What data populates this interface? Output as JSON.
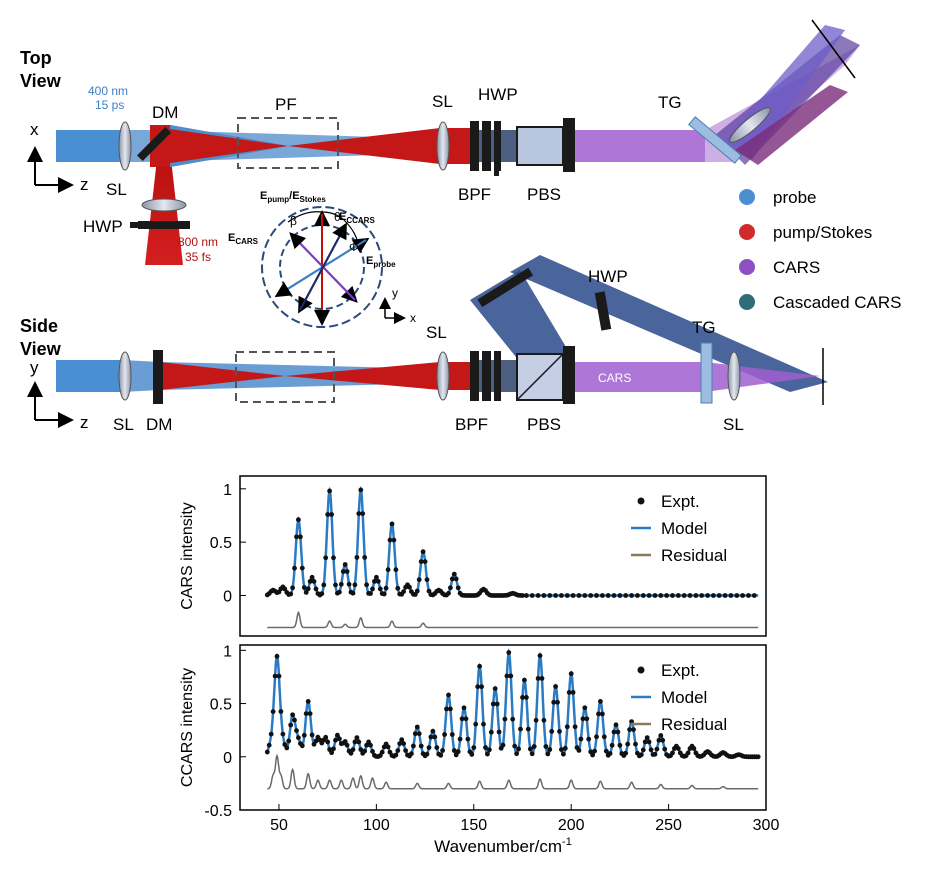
{
  "diagram": {
    "top_view_label_1": "Top",
    "top_view_label_2": "View",
    "side_view_label_1": "Side",
    "side_view_label_2": "View",
    "probe_wavelength": "400 nm",
    "probe_duration": "15 ps",
    "pump_wavelength": "800 nm",
    "pump_duration": "35 fs",
    "axis_x": "x",
    "axis_y": "y",
    "axis_z": "z",
    "labels": {
      "sl": "SL",
      "dm": "DM",
      "pf": "PF",
      "hwp": "HWP",
      "bpf": "BPF",
      "pbs": "PBS",
      "tg": "TG",
      "ccars": "CCARS",
      "cars": "CARS"
    },
    "legend": [
      {
        "label": "probe",
        "color": "#4a8fd1"
      },
      {
        "label": "pump/Stokes",
        "color": "#d12a2a"
      },
      {
        "label": "CARS",
        "color": "#8e4fc2"
      },
      {
        "label": "Cascaded CARS",
        "color": "#2f6d7a"
      }
    ],
    "pol": {
      "e_pump": "E",
      "e_pump_sub": "pump",
      "e_stokes": "E",
      "e_stokes_sub": "Stokes",
      "slash": "/",
      "e_ccars": "E",
      "e_ccars_sub": "CCARS",
      "e_cars": "E",
      "e_cars_sub": "CARS",
      "e_probe": "E",
      "e_probe_sub": "probe",
      "beta": "β",
      "theta": "θ",
      "phi": "Φ",
      "y": "y",
      "x": "x"
    }
  },
  "chart_data": [
    {
      "type": "line",
      "ylabel": "CARS intensity",
      "xlim": [
        30,
        300
      ],
      "ylim": [
        -0.38,
        1.12
      ],
      "yticks": [
        0,
        0.5,
        1
      ],
      "ytick_labels": [
        "0",
        "0.5",
        "1"
      ],
      "legend": [
        "Expt.",
        "Model",
        "Residual"
      ],
      "peaks": [
        {
          "x": 47,
          "y": 0.05
        },
        {
          "x": 52,
          "y": 0.08
        },
        {
          "x": 60,
          "y": 0.71
        },
        {
          "x": 67,
          "y": 0.17
        },
        {
          "x": 76,
          "y": 0.98
        },
        {
          "x": 84,
          "y": 0.29
        },
        {
          "x": 92,
          "y": 0.99
        },
        {
          "x": 100,
          "y": 0.17
        },
        {
          "x": 108,
          "y": 0.67
        },
        {
          "x": 116,
          "y": 0.1
        },
        {
          "x": 124,
          "y": 0.41
        },
        {
          "x": 132,
          "y": 0.05
        },
        {
          "x": 140,
          "y": 0.2
        },
        {
          "x": 155,
          "y": 0.06
        },
        {
          "x": 170,
          "y": 0.02
        }
      ],
      "residual_offset": -0.3,
      "residual_peaks": [
        {
          "x": 60,
          "y": 0.14
        },
        {
          "x": 76,
          "y": 0.06
        },
        {
          "x": 84,
          "y": 0.03
        },
        {
          "x": 92,
          "y": 0.09
        },
        {
          "x": 108,
          "y": 0.06
        },
        {
          "x": 124,
          "y": 0.04
        }
      ]
    },
    {
      "type": "line",
      "ylabel": "CCARS intensity",
      "xlabel": "Wavenumber/cm",
      "xlabel_sup": "-1",
      "xlim": [
        30,
        300
      ],
      "ylim": [
        -0.5,
        1.05
      ],
      "xticks": [
        50,
        100,
        150,
        200,
        250,
        300
      ],
      "xtick_labels": [
        "50",
        "100",
        "150",
        "200",
        "250",
        "300"
      ],
      "yticks": [
        -0.5,
        0,
        0.5,
        1
      ],
      "ytick_labels": [
        "-0.5",
        "0",
        "0.5",
        "1"
      ],
      "legend": [
        "Expt.",
        "Model",
        "Residual"
      ],
      "peaks": [
        {
          "x": 46,
          "y": 0.12
        },
        {
          "x": 49,
          "y": 0.92
        },
        {
          "x": 52,
          "y": 0.12
        },
        {
          "x": 57,
          "y": 0.38
        },
        {
          "x": 60,
          "y": 0.14
        },
        {
          "x": 65,
          "y": 0.52
        },
        {
          "x": 70,
          "y": 0.18
        },
        {
          "x": 74,
          "y": 0.18
        },
        {
          "x": 80,
          "y": 0.2
        },
        {
          "x": 84,
          "y": 0.14
        },
        {
          "x": 90,
          "y": 0.18
        },
        {
          "x": 96,
          "y": 0.14
        },
        {
          "x": 105,
          "y": 0.12
        },
        {
          "x": 113,
          "y": 0.16
        },
        {
          "x": 121,
          "y": 0.28
        },
        {
          "x": 129,
          "y": 0.24
        },
        {
          "x": 137,
          "y": 0.58
        },
        {
          "x": 145,
          "y": 0.46
        },
        {
          "x": 153,
          "y": 0.85
        },
        {
          "x": 161,
          "y": 0.64
        },
        {
          "x": 168,
          "y": 0.98
        },
        {
          "x": 176,
          "y": 0.72
        },
        {
          "x": 184,
          "y": 0.95
        },
        {
          "x": 192,
          "y": 0.66
        },
        {
          "x": 200,
          "y": 0.78
        },
        {
          "x": 207,
          "y": 0.46
        },
        {
          "x": 215,
          "y": 0.52
        },
        {
          "x": 223,
          "y": 0.3
        },
        {
          "x": 231,
          "y": 0.33
        },
        {
          "x": 239,
          "y": 0.18
        },
        {
          "x": 246,
          "y": 0.2
        },
        {
          "x": 254,
          "y": 0.1
        },
        {
          "x": 262,
          "y": 0.1
        },
        {
          "x": 270,
          "y": 0.05
        },
        {
          "x": 278,
          "y": 0.04
        },
        {
          "x": 286,
          "y": 0.02
        }
      ],
      "residual_offset": -0.3,
      "residual_peaks": [
        {
          "x": 47,
          "y": 0.12
        },
        {
          "x": 49,
          "y": 0.3
        },
        {
          "x": 51,
          "y": 0.12
        },
        {
          "x": 57,
          "y": 0.18
        },
        {
          "x": 65,
          "y": 0.14
        },
        {
          "x": 70,
          "y": 0.08
        },
        {
          "x": 76,
          "y": 0.08
        },
        {
          "x": 82,
          "y": 0.08
        },
        {
          "x": 88,
          "y": 0.1
        },
        {
          "x": 92,
          "y": 0.12
        },
        {
          "x": 98,
          "y": 0.1
        },
        {
          "x": 105,
          "y": 0.06
        },
        {
          "x": 121,
          "y": 0.05
        },
        {
          "x": 137,
          "y": 0.05
        },
        {
          "x": 153,
          "y": 0.07
        },
        {
          "x": 168,
          "y": 0.08
        },
        {
          "x": 184,
          "y": 0.09
        },
        {
          "x": 200,
          "y": 0.08
        },
        {
          "x": 215,
          "y": 0.07
        },
        {
          "x": 231,
          "y": 0.06
        },
        {
          "x": 246,
          "y": 0.04
        },
        {
          "x": 262,
          "y": 0.03
        },
        {
          "x": 278,
          "y": 0.02
        }
      ]
    }
  ]
}
